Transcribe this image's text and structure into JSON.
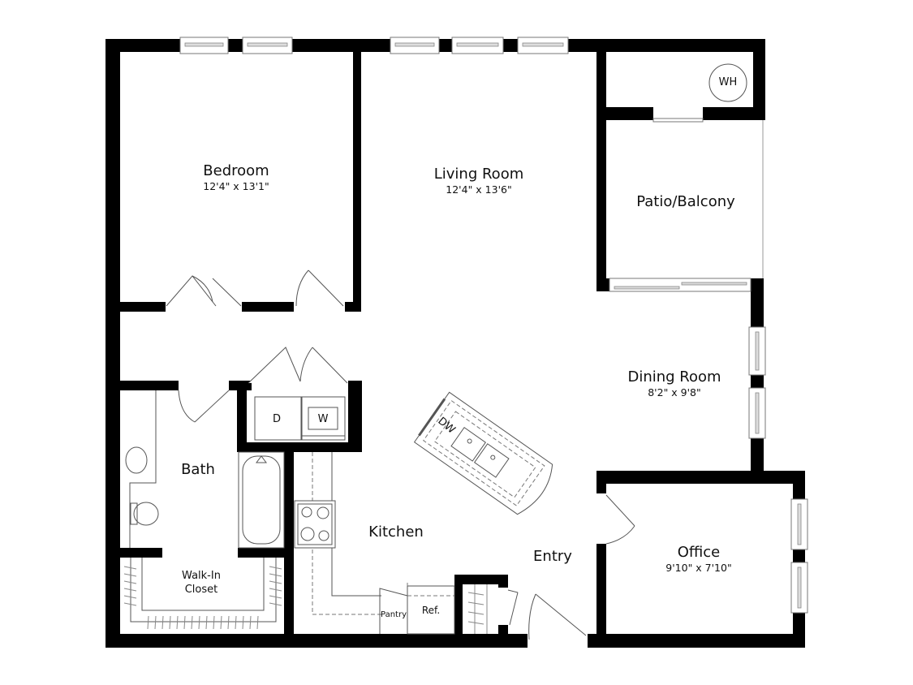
{
  "floor_plan": {
    "rooms": [
      {
        "id": "bedroom",
        "name": "Bedroom",
        "dimensions": "12'4\" x 13'1\""
      },
      {
        "id": "living",
        "name": "Living Room",
        "dimensions": "12'4\" x 13'6\""
      },
      {
        "id": "patio",
        "name": "Patio/Balcony",
        "dimensions": ""
      },
      {
        "id": "dining",
        "name": "Dining Room",
        "dimensions": "8'2\" x 9'8\""
      },
      {
        "id": "office",
        "name": "Office",
        "dimensions": "9'10\" x 7'10\""
      },
      {
        "id": "bath",
        "name": "Bath",
        "dimensions": ""
      },
      {
        "id": "kitchen",
        "name": "Kitchen",
        "dimensions": ""
      },
      {
        "id": "entry",
        "name": "Entry",
        "dimensions": ""
      },
      {
        "id": "closet",
        "name": "Walk-In Closet",
        "line1": "Walk-In",
        "line2": "Closet"
      }
    ],
    "fixtures": {
      "water_heater": "WH",
      "dryer": "D",
      "washer": "W",
      "dishwasher": "DW",
      "pantry": "Pantry",
      "refrigerator": "Ref."
    }
  }
}
